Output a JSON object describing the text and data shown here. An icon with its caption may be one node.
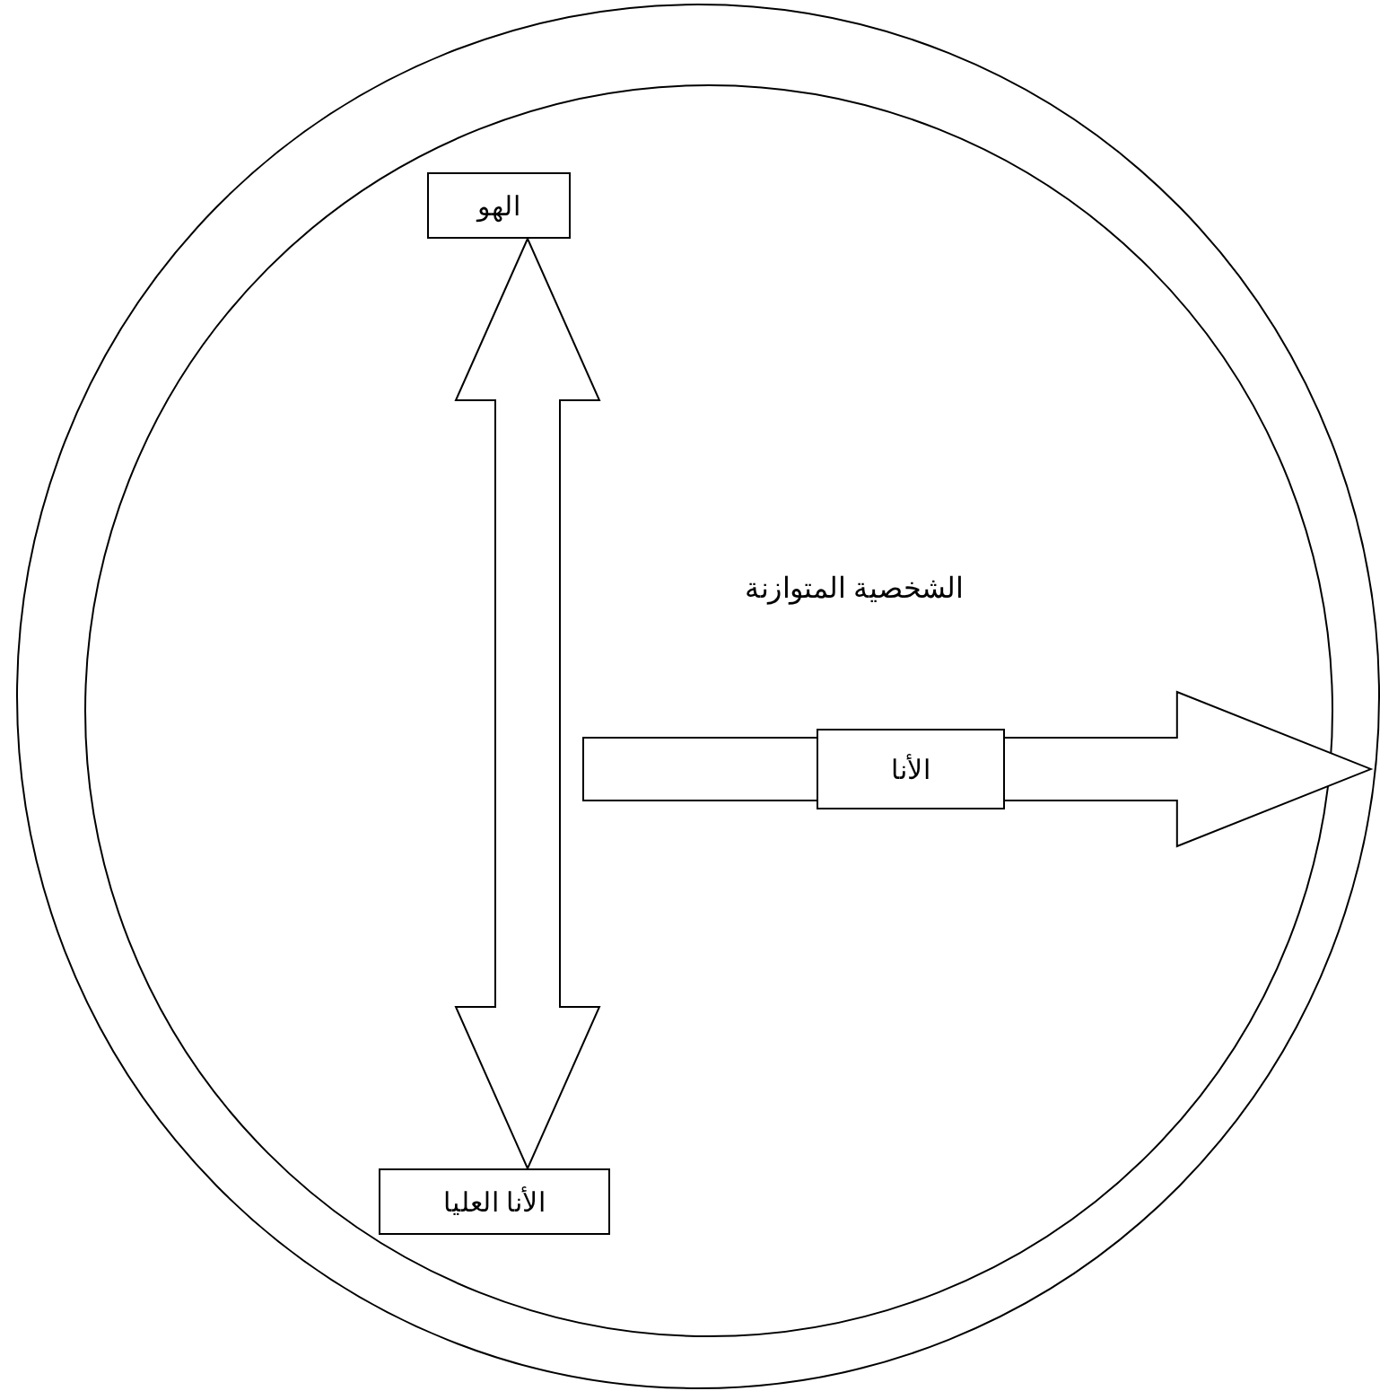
{
  "diagram": {
    "nodes": [
      {
        "text": [],
        "shape": "circle"
      },
      {
        "text": [
          "الشخصية المتوازنة"
        ],
        "in": 0
      },
      {
        "text": [
          "الهو"
        ],
        "in": 1
      },
      {
        "text": [
          "الأنا العليا"
        ],
        "in": 1
      },
      {
        "text": [
          "الأنا"
        ],
        "in": 1
      }
    ],
    "edges": [
      {
        "from": 2,
        "to": 3,
        "arrow": "both",
        "style": "thick"
      },
      {
        "from": 4,
        "to": 0,
        "arrow": "to",
        "style": "thick"
      }
    ]
  }
}
